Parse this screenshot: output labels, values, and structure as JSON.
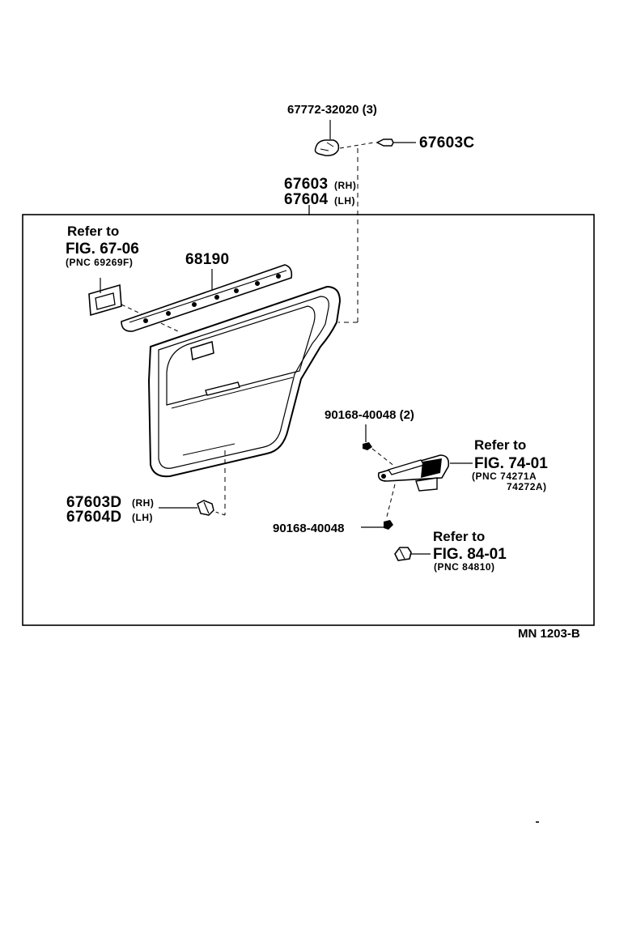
{
  "diagram_ref": "MN 1203-B",
  "labels": {
    "clip_top": "67772-32020 (3)",
    "clip_right": "67603C",
    "board_rh": "67603",
    "board_lh": "67604",
    "rh": "(RH)",
    "lh": "(LH)",
    "refer_to": "Refer to",
    "fig_6706": "FIG. 67-06",
    "pnc_6706": "(PNC 69269F)",
    "part_68190": "68190",
    "screw_top": "90168-40048 (2)",
    "fig_7401": "FIG. 74-01",
    "pnc_7401_a": "(PNC 74271A",
    "pnc_7401_b": "74272A)",
    "paren_close": ")",
    "clip_bottom_rh": "67603D",
    "clip_bottom_lh": "67604D",
    "screw_bottom": "90168-40048",
    "fig_8401": "FIG. 84-01",
    "pnc_8401": "(PNC 84810)"
  }
}
